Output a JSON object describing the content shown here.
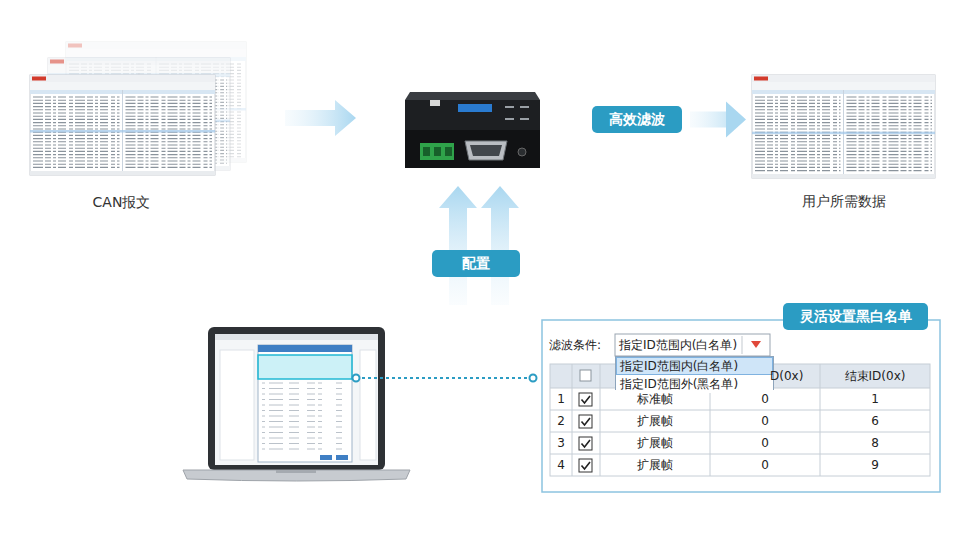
{
  "diagram": {
    "nodes": [
      {
        "text": [
          "CAN报文"
        ]
      },
      {
        "text": [
          "高效滤波"
        ]
      },
      {
        "text": [
          "用户所需数据"
        ]
      },
      {
        "text": [
          "配置"
        ]
      },
      {
        "text": [
          "灵活设置黑白名单"
        ]
      },
      {
        "text": [
          "指定ID范围内(白名单)"
        ],
        "in": 4
      },
      {
        "text": [
          "指定ID范围内(白名单)",
          "指定ID范围外(黑名单)"
        ],
        "in": 4
      }
    ],
    "edges": [
      {
        "from": 1,
        "to": 2,
        "arrow": "to"
      }
    ],
    "labels": [
      "滤波条件:",
      "D(0x)",
      "结束ID(0x)",
      "1",
      "标准帧",
      "0",
      "1",
      "2",
      "扩展帧",
      "0",
      "6",
      "3",
      "扩展帧",
      "0",
      "8",
      "4",
      "扩展帧",
      "0",
      "9"
    ]
  }
}
